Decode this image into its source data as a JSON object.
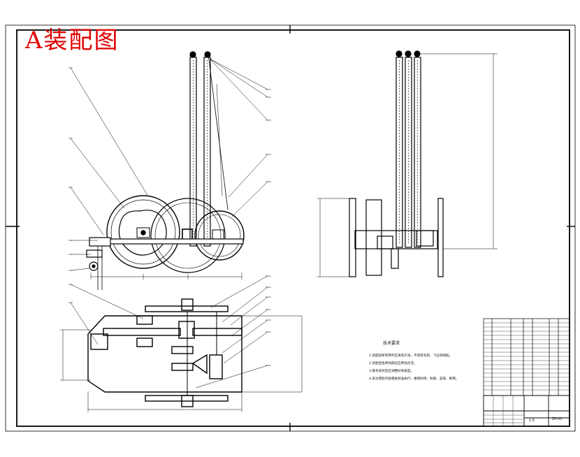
{
  "drawing": {
    "title": "A装配图",
    "notes_title": "技术要求",
    "notes": [
      "1.装配前所有零件应清洗干净，不得有毛刺、飞边等缺陷。",
      "2.装配后各转动部位应转动灵活。",
      "3.链条安装后应调整好张紧度。",
      "4.未注明处均按相关标准执行，做到防锈、防腐、美观、耐用。"
    ],
    "drawing_number": "ZP-00",
    "scale": "1:5"
  },
  "colors": {
    "line": "#000000",
    "stamp": "#e00000",
    "paper": "#ffffff"
  }
}
